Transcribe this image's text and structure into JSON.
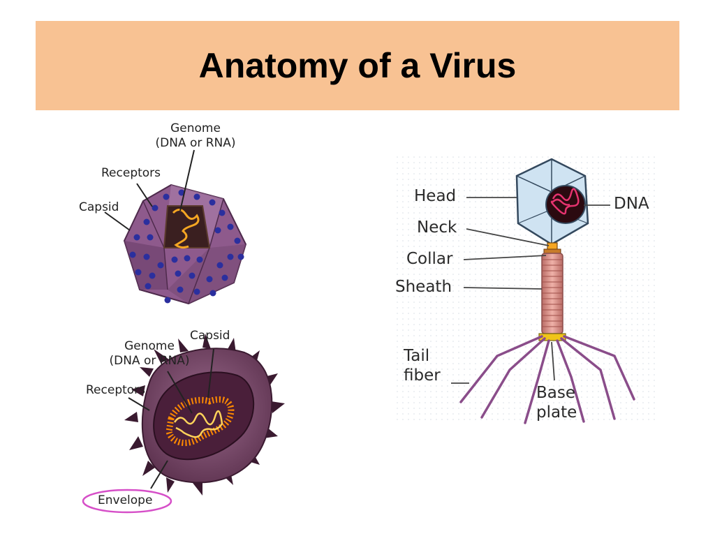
{
  "slide": {
    "title": "Anatomy of a Virus"
  },
  "icosahedral_virus": {
    "genome_label_line1": "Genome",
    "genome_label_line2": "(DNA or RNA)",
    "receptors_label": "Receptors",
    "capsid_label": "Capsid"
  },
  "enveloped_virus": {
    "capsid_label": "Capsid",
    "genome_label_line1": "Genome",
    "genome_label_line2": "(DNA or RNA)",
    "receptors_label": "Receptors",
    "envelope_label": "Envelope"
  },
  "bacteriophage": {
    "head_label": "Head",
    "dna_label": "DNA",
    "neck_label": "Neck",
    "collar_label": "Collar",
    "sheath_label": "Sheath",
    "tail_fiber_line1": "Tail",
    "tail_fiber_line2": "fiber",
    "base_plate_line1": "Base",
    "base_plate_line2": "plate"
  },
  "colors": {
    "title_bar": "#f8c293",
    "capsid_purple": "#8e5a8c",
    "receptor_blue": "#2b2f9e",
    "genome_orange": "#f5a623",
    "envelope_purple": "#7a4a6e",
    "phage_head": "#cfe3f2",
    "phage_dna": "#c2185b",
    "sheath": "#d9928b",
    "tail_fiber": "#8a4d8a",
    "envelope_highlight": "#d64fc8"
  }
}
